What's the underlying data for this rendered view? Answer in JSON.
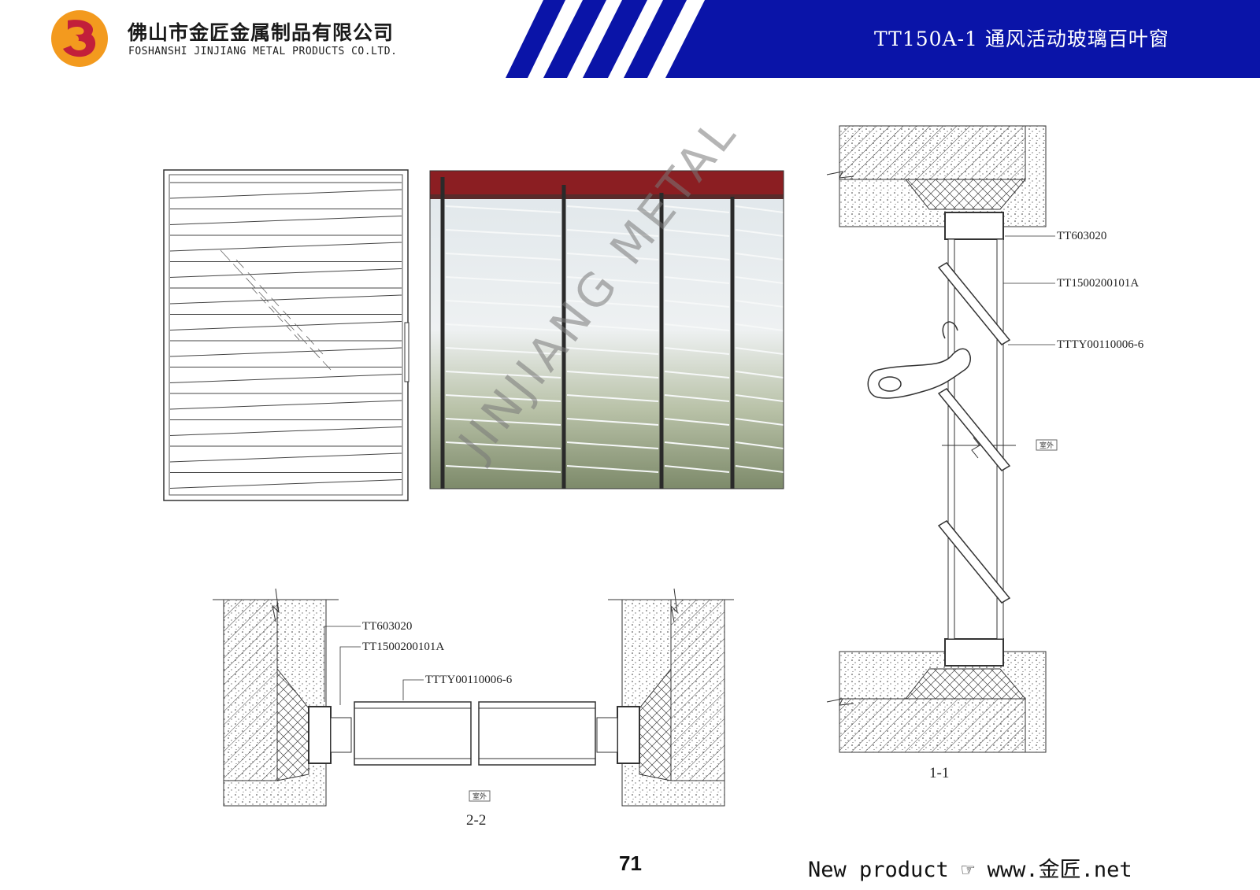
{
  "header": {
    "company_cn": "佛山市金匠金属制品有限公司",
    "company_en": "FOSHANSHI JINJIANG METAL PRODUCTS CO.LTD.",
    "doc_title": "TT150A-1 通风活动玻璃百叶窗",
    "colors": {
      "band": "#0a14a8",
      "logo_orange": "#f39a1e",
      "logo_red": "#c21f3a"
    }
  },
  "section_2_2": {
    "callouts": [
      "TT603020",
      "TT1500200101A",
      "TTTY00110006-6"
    ],
    "side_tag": "室外",
    "caption": "2-2"
  },
  "section_1_1": {
    "callouts": [
      "TT603020",
      "TT1500200101A",
      "TTTY00110006-6"
    ],
    "side_tag": "室外",
    "caption": "1-1"
  },
  "watermark": "JINJIANG METAL",
  "footer": {
    "page_number": "71",
    "text": "New product ☞ www.金匠.net"
  }
}
